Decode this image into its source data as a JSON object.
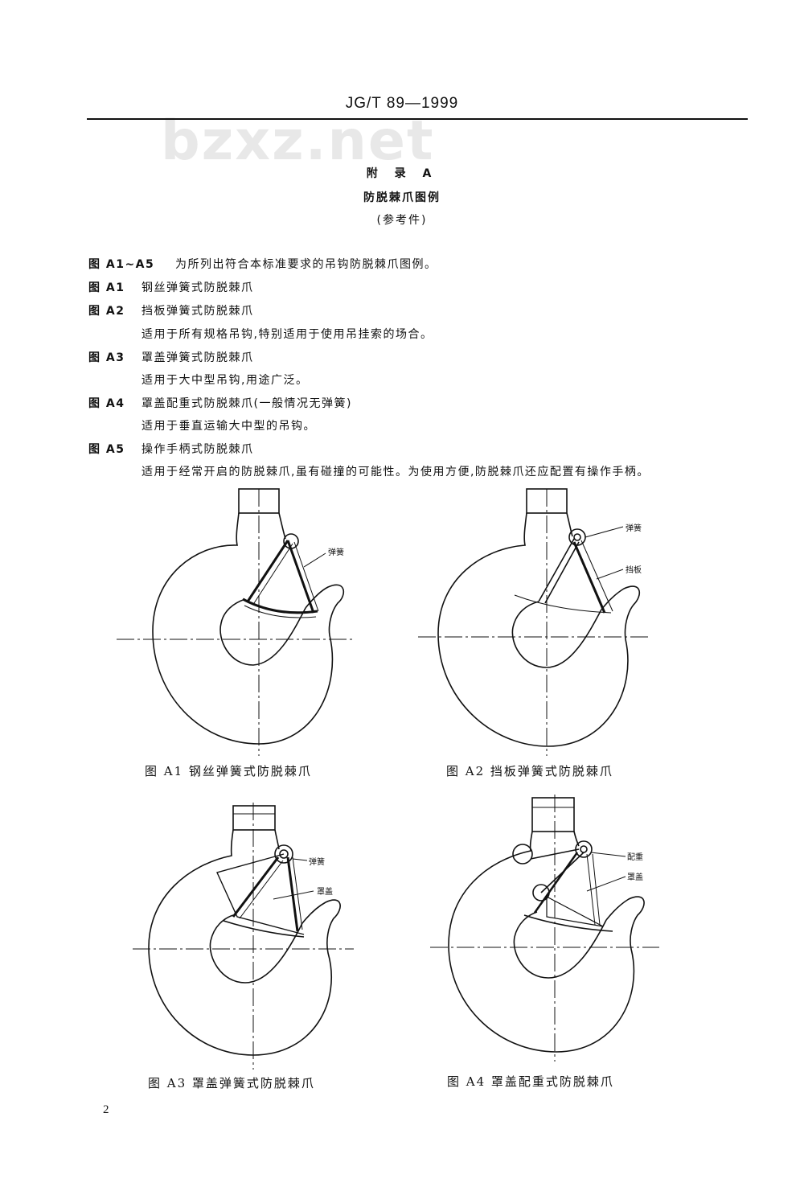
{
  "header": {
    "code": "JG/T 89—1999"
  },
  "watermark": "bzxz.net",
  "title": {
    "appendix": "附 录 A",
    "name": "防脱棘爪图例",
    "note": "(参考件)"
  },
  "items": [
    {
      "label": "图 A1~A5",
      "text": "为所列出符合本标准要求的吊钩防脱棘爪图例。"
    },
    {
      "label": "图 A1",
      "text": "钢丝弹簧式防脱棘爪"
    },
    {
      "label": "图 A2",
      "text": "挡板弹簧式防脱棘爪"
    },
    {
      "label": "",
      "text": "适用于所有规格吊钩,特别适用于使用吊挂索的场合。"
    },
    {
      "label": "图 A3",
      "text": "罩盖弹簧式防脱棘爪"
    },
    {
      "label": "",
      "text": "适用于大中型吊钩,用途广泛。"
    },
    {
      "label": "图 A4",
      "text": "罩盖配重式防脱棘爪(一般情况无弹簧)"
    },
    {
      "label": "",
      "text": "适用于垂直运输大中型的吊钩。"
    },
    {
      "label": "图 A5",
      "text": "操作手柄式防脱棘爪"
    },
    {
      "label": "",
      "text": "适用于经常开启的防脱棘爪,虽有碰撞的可能性。为使用方便,防脱棘爪还应配置有操作手柄。"
    }
  ],
  "figures": {
    "a1": {
      "caption": "图 A1   钢丝弹簧式防脱棘爪",
      "labels": {
        "spring": "弹簧"
      }
    },
    "a2": {
      "caption": "图 A2   挡板弹簧式防脱棘爪",
      "labels": {
        "spring": "弹簧",
        "plate": "挡板"
      }
    },
    "a3": {
      "caption": "图 A3   罩盖弹簧式防脱棘爪",
      "labels": {
        "spring": "弹簧",
        "cover": "罩盖"
      }
    },
    "a4": {
      "caption": "图 A4   罩盖配重式防脱棘爪",
      "labels": {
        "weight": "配重",
        "cover": "罩盖"
      }
    }
  },
  "page_number": "2"
}
